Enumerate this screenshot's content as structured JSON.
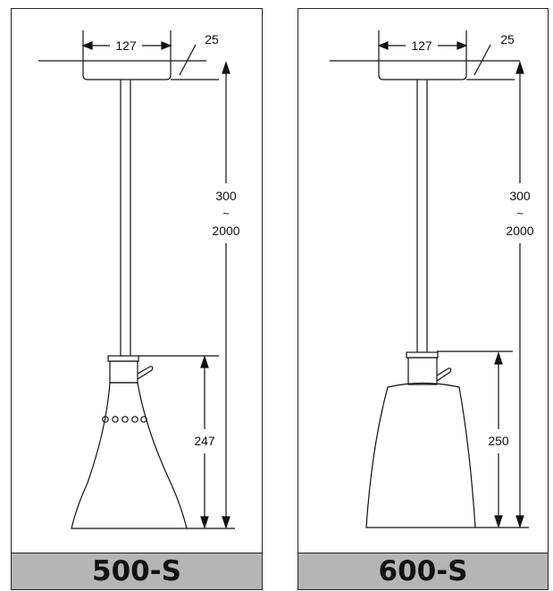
{
  "models": [
    {
      "name": "500-S",
      "dims": {
        "canopy_width": "127",
        "canopy_height": "25",
        "cord_range": [
          "300",
          "~",
          "2000"
        ],
        "shade_height": "247"
      },
      "shade_holes": 5
    },
    {
      "name": "600-S",
      "dims": {
        "canopy_width": "127",
        "canopy_height": "25",
        "cord_range": [
          "300",
          "~",
          "2000"
        ],
        "shade_height": "250"
      }
    }
  ],
  "colors": {
    "background": "#ffffff",
    "label_bar": "#b5b5b5",
    "line": "#111111"
  }
}
